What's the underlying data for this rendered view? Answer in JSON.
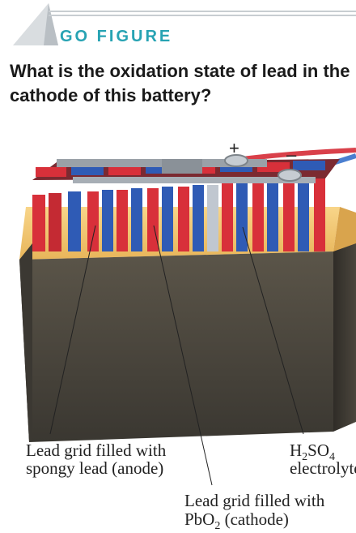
{
  "header": {
    "kicker": "GO FIGURE",
    "question": "What is the oxidation state of lead in the cathode of this battery?"
  },
  "terminals": {
    "positive": "+",
    "negative": "–"
  },
  "labels": {
    "anode_line1": "Lead grid filled with",
    "anode_line2": "spongy lead (anode)",
    "electrolyte_formula": {
      "h": "H",
      "h_sub": "2",
      "so": "SO",
      "so_sub": "4"
    },
    "electrolyte_word": "electrolyte",
    "cathode_line1": "Lead grid filled with",
    "cathode_formula": {
      "pb": "PbO",
      "pb_sub": "2"
    },
    "cathode_word": " (cathode)"
  },
  "colors": {
    "accent": "#27a3b3",
    "anode_plate": "#d8303a",
    "cathode_plate": "#2f5bb5",
    "electrolyte": "#f3c46a",
    "case": "#4a463e"
  }
}
